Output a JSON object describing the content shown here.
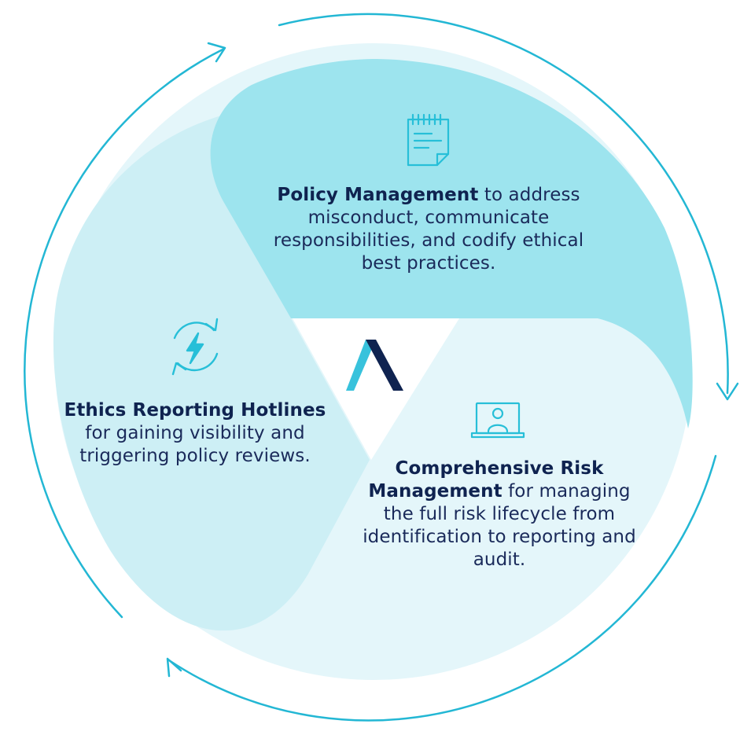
{
  "segments": [
    {
      "id": "policy",
      "bold": "Policy Management",
      "text": " to address misconduct, communicate responsibilities, and codify ethical best practices.",
      "icon": "notepad-icon",
      "color": "#9de4ee"
    },
    {
      "id": "ethics",
      "bold": "Ethics Reporting Hotlines",
      "text": " for gaining visibility and triggering policy reviews.",
      "icon": "refresh-lightning-icon",
      "color": "#cdeff5"
    },
    {
      "id": "risk",
      "bold": "Comprehensive Risk Management",
      "text": " for managing the full risk lifecycle from identification to reporting and audit.",
      "icon": "laptop-user-icon",
      "color": "#e4f6fa"
    }
  ],
  "logo": "logo-icon",
  "colors": {
    "accent": "#27bfd8",
    "navy": "#0f2350",
    "arrow": "#23b7d4"
  }
}
